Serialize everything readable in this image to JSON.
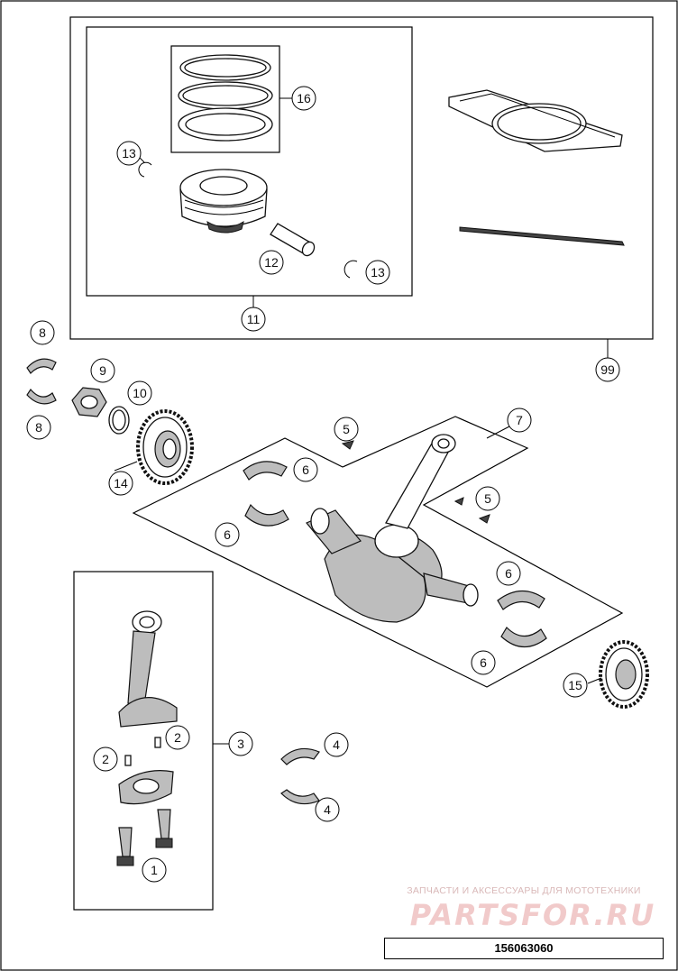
{
  "callouts": {
    "c1": "1",
    "c2a": "2",
    "c2b": "2",
    "c3": "3",
    "c4a": "4",
    "c4b": "4",
    "c5a": "5",
    "c5b": "5",
    "c6a": "6",
    "c6b": "6",
    "c6c": "6",
    "c6d": "6",
    "c7": "7",
    "c8a": "8",
    "c8b": "8",
    "c9": "9",
    "c10": "10",
    "c11": "11",
    "c12": "12",
    "c13a": "13",
    "c13b": "13",
    "c14": "14",
    "c15": "15",
    "c16": "16",
    "c99": "99"
  },
  "watermark": {
    "tagline": "ЗАПЧАСТИ И АКСЕССУАРЫ ДЛЯ МОТОТЕХНИКИ",
    "brand": "PARTSFOR.RU"
  },
  "drawing_number": "156063060",
  "colors": {
    "line": "#000000",
    "watermark": "#f1caca"
  }
}
